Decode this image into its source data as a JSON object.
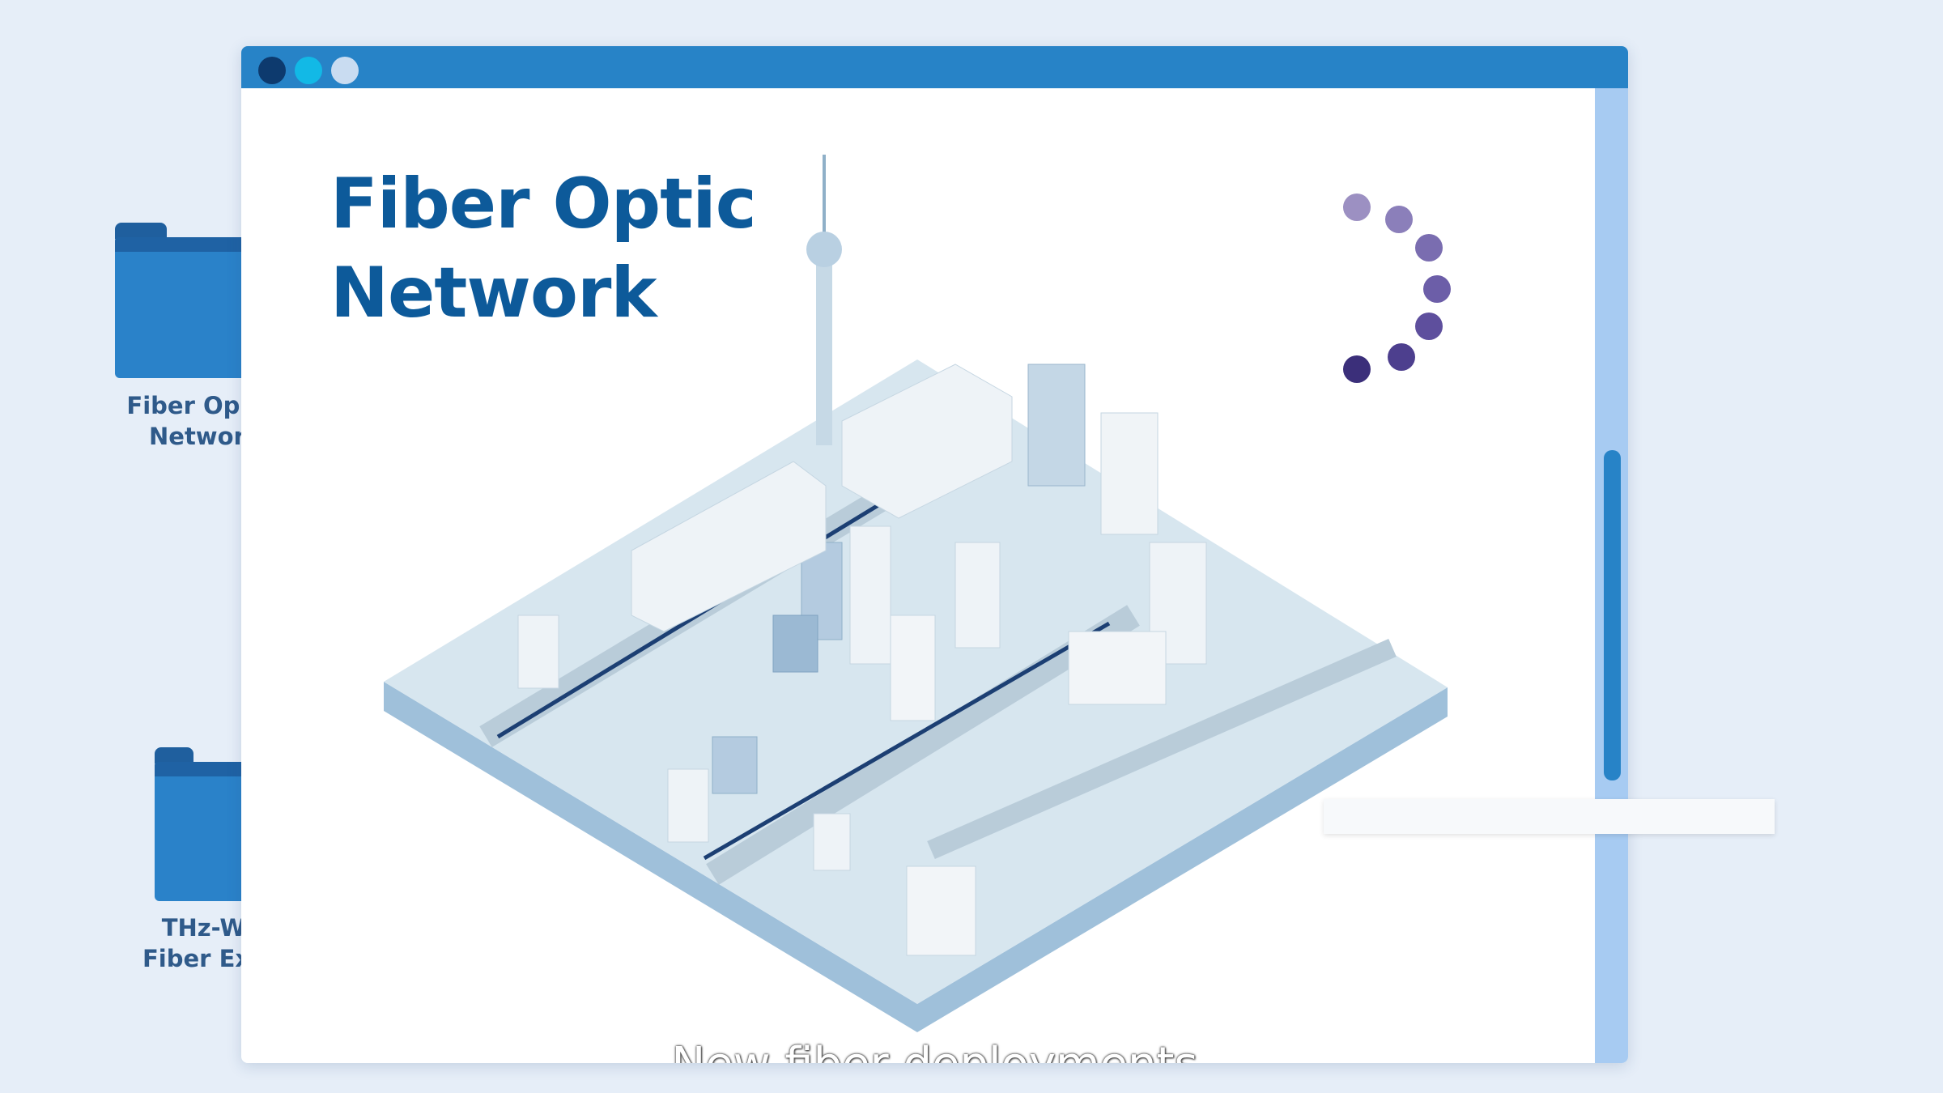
{
  "desktop": {
    "folders": [
      {
        "label_line1": "Fiber Op",
        "label_line2": "Networ"
      },
      {
        "label_line1": "THz-W",
        "label_line2": "Fiber Ex"
      }
    ]
  },
  "window": {
    "title": "Fiber Optic Network",
    "title_line1": "Fiber Optic",
    "title_line2": "Network",
    "caption": "New fiber deployments",
    "buttons": {
      "close_color": "#0d3a6e",
      "minimize_color": "#12b9e6",
      "maximize_color": "#c9dcf1"
    },
    "loading_spinner": {
      "colors": [
        "#9c90c2",
        "#8b7fba",
        "#7a6db0",
        "#6c5ea8",
        "#5e4f9d",
        "#4d3f8e",
        "#3b2f7a"
      ]
    }
  }
}
